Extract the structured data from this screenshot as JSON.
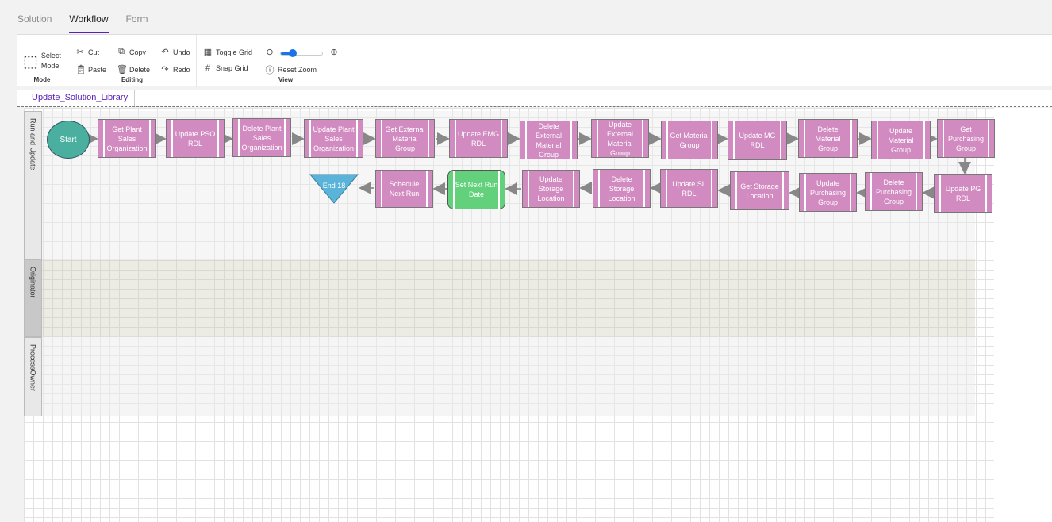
{
  "tabs": [
    "Solution",
    "Workflow",
    "Form"
  ],
  "ribbon": {
    "mode": {
      "select": "Select Mode",
      "label": "Mode"
    },
    "editing": {
      "cut": "Cut",
      "copy": "Copy",
      "undo": "Undo",
      "paste": "Paste",
      "delete": "Delete",
      "redo": "Redo",
      "label": "Editing"
    },
    "view": {
      "toggle_grid": "Toggle Grid",
      "snap_grid": "Snap Grid",
      "reset_zoom": "Reset Zoom",
      "label": "View",
      "zoom_level": 0.25
    }
  },
  "document_tab": "Update_Solution_Library",
  "lanes": [
    "Run and Update",
    "Originator",
    "ProcessOwner"
  ],
  "start": "Start",
  "end": "End 18",
  "nodes": [
    "Get Plant Sales Organization",
    "Update PSO RDL",
    "Delete Plant Sales Organization",
    "Update Plant Sales Organization",
    "Get External Material Group",
    "Update EMG RDL",
    "Delete External Material Group",
    "Update External Material Group",
    "Get Material Group",
    "Update MG RDL",
    "Delete Material Group",
    "Update Material Group",
    "Get Purchasing Group",
    "Update PG RDL",
    "Delete Purchasing Group",
    "Update Purchasing Group",
    "Get Storage Location",
    "Update SL RDL",
    "Delete Storage Location",
    "Update Storage Location",
    "Set Next Run Date",
    "Schedule Next Run"
  ],
  "colors": {
    "task": "#d18bc0",
    "start": "#4aaf9e",
    "end": "#5ab4da",
    "timer": "#63d17b",
    "accent": "#5b21b6"
  }
}
